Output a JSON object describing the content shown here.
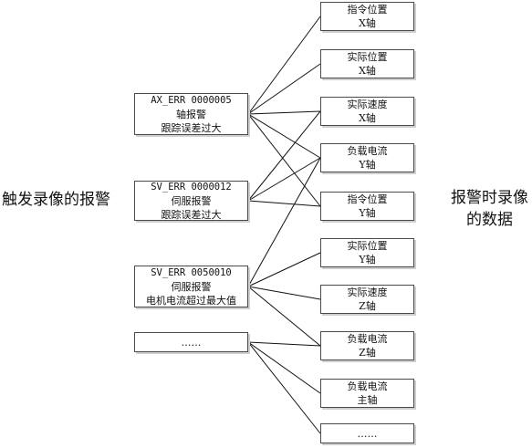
{
  "left_title": "触发录像的报警",
  "right_title": [
    "报警时录像",
    "的数据"
  ],
  "alarms": [
    {
      "lines": [
        "AX_ERR 0000005",
        "轴报警",
        "跟踪误差过大"
      ]
    },
    {
      "lines": [
        "SV_ERR 0000012",
        "伺服报警",
        "跟踪误差过大"
      ]
    },
    {
      "lines": [
        "SV_ERR 0050010",
        "伺服报警",
        "电机电流超过最大值"
      ]
    },
    {
      "lines": [
        "……"
      ]
    }
  ],
  "data_items": [
    {
      "lines": [
        "指令位置",
        "X轴"
      ]
    },
    {
      "lines": [
        "实际位置",
        "X轴"
      ]
    },
    {
      "lines": [
        "实际速度",
        "X轴"
      ]
    },
    {
      "lines": [
        "负载电流",
        "Y轴"
      ]
    },
    {
      "lines": [
        "指令位置",
        "Y轴"
      ]
    },
    {
      "lines": [
        "实际位置",
        "Y轴"
      ]
    },
    {
      "lines": [
        "实际速度",
        "Z轴"
      ]
    },
    {
      "lines": [
        "负载电流",
        "Z轴"
      ]
    },
    {
      "lines": [
        "负载电流",
        "主轴"
      ]
    },
    {
      "lines": [
        "……"
      ]
    }
  ],
  "connections": [
    [
      0,
      0
    ],
    [
      0,
      1
    ],
    [
      0,
      2
    ],
    [
      0,
      3
    ],
    [
      0,
      4
    ],
    [
      1,
      2
    ],
    [
      1,
      3
    ],
    [
      1,
      4
    ],
    [
      2,
      3
    ],
    [
      2,
      5
    ],
    [
      2,
      6
    ],
    [
      2,
      7
    ],
    [
      3,
      7
    ],
    [
      3,
      8
    ],
    [
      3,
      9
    ]
  ]
}
